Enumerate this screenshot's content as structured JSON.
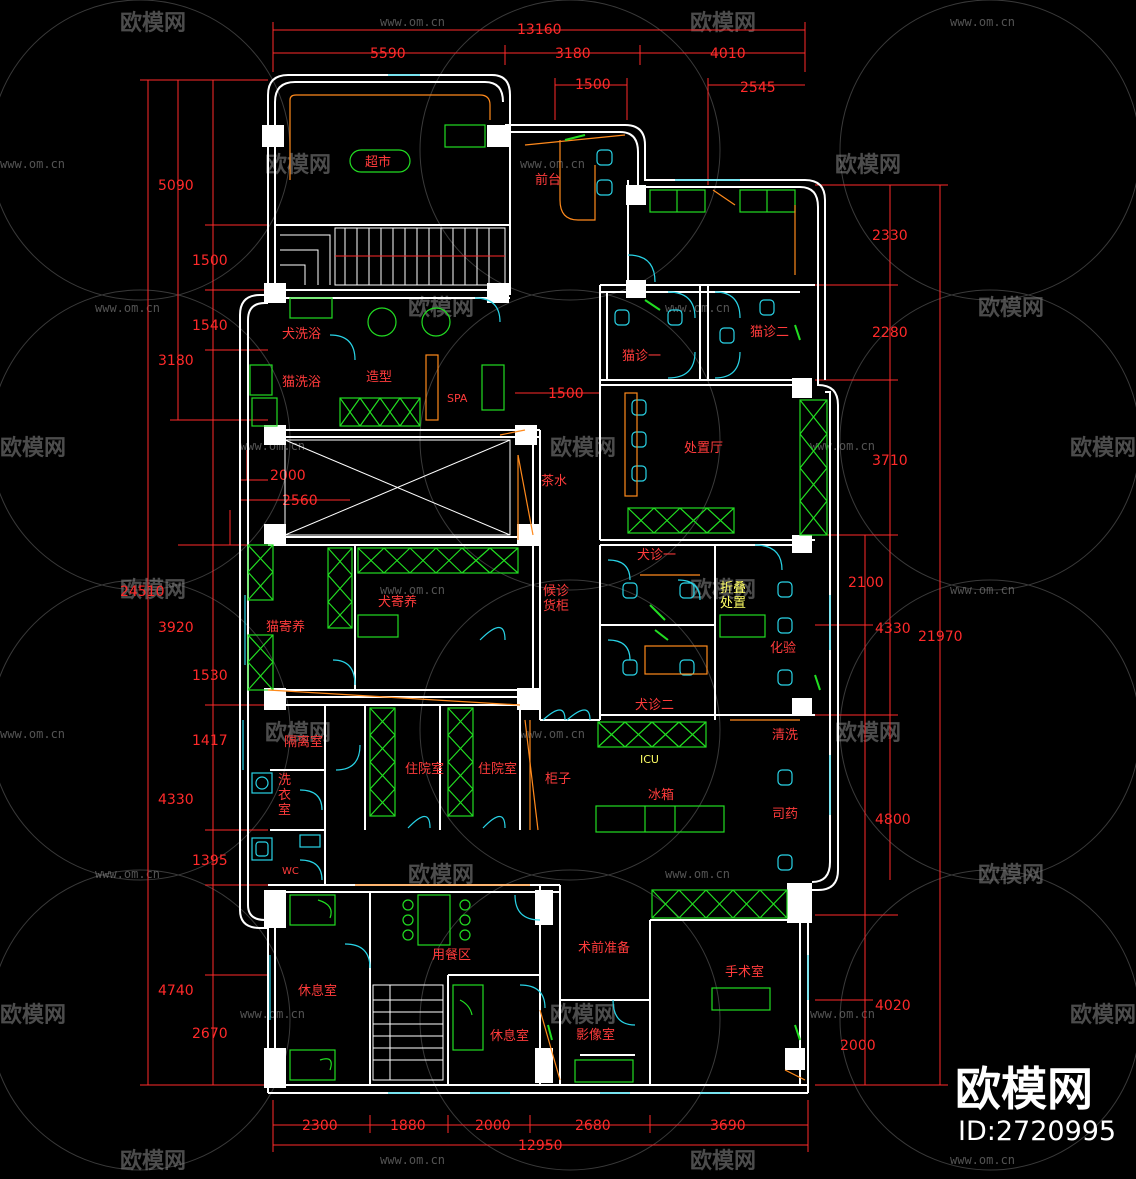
{
  "dimensions": {
    "top_total": "13160",
    "top_a": "5590",
    "top_b": "3180",
    "top_c": "4010",
    "top_d": "1500",
    "top_e": "2545",
    "bottom_total": "12950",
    "bottom_a": "2300",
    "bottom_b": "1880",
    "bottom_c": "2000",
    "bottom_d": "2680",
    "bottom_e": "3690",
    "left_outer": "24510",
    "left_a": "5090",
    "left_b": "1500",
    "left_c": "1540",
    "left_d": "3180",
    "left_e": "2000",
    "left_f": "2560",
    "left_g": "3920",
    "left_h": "1530",
    "left_i": "1417",
    "left_j": "4330",
    "left_k": "1395",
    "left_l": "4740",
    "left_m": "2670",
    "mid_1500": "1500",
    "right_outer": "21970",
    "right_a": "2330",
    "right_b": "2280",
    "right_c": "3710",
    "right_d": "2100",
    "right_e": "4330",
    "right_f": "4800",
    "right_g": "4020",
    "right_h": "2000"
  },
  "rooms": {
    "supermarket": "超市",
    "reception": "前台",
    "dog_bath": "犬洗浴",
    "cat_bath": "猫洗浴",
    "styling": "造型",
    "spa": "SPA",
    "cat_consult_1": "猫诊一",
    "cat_consult_2": "猫诊二",
    "treatment_hall": "处置厅",
    "tea": "茶水",
    "waiting_cabinet": "候诊\n货柜",
    "dog_boarding": "犬寄养",
    "cat_boarding": "猫寄养",
    "dog_consult_1": "犬诊一",
    "fold_treatment": "折叠\n处置",
    "lab": "化验",
    "dog_consult_2": "犬诊二",
    "isolation": "隔离室",
    "laundry": "洗\n衣\n室",
    "wc": "WC",
    "ward_1": "住院室",
    "ward_2": "住院室",
    "cabinet": "柜子",
    "icu": "ICU",
    "fridge": "冰箱",
    "cleaning": "清洗",
    "pharmacy": "司药",
    "rest_1": "休息室",
    "dining": "用餐区",
    "pre_op": "术前准备",
    "surgery": "手术室",
    "rest_2": "休息室",
    "imaging": "影像室"
  },
  "watermark": {
    "brand": "欧模网",
    "url": "www.om.cn",
    "id": "ID:2720995"
  },
  "colors": {
    "background": "#000000",
    "wall": "#ffffff",
    "dimension": "#ff2a2a",
    "furniture_green": "#22dd22",
    "door_cyan": "#29d3e6",
    "orange": "#ff8a1c"
  }
}
